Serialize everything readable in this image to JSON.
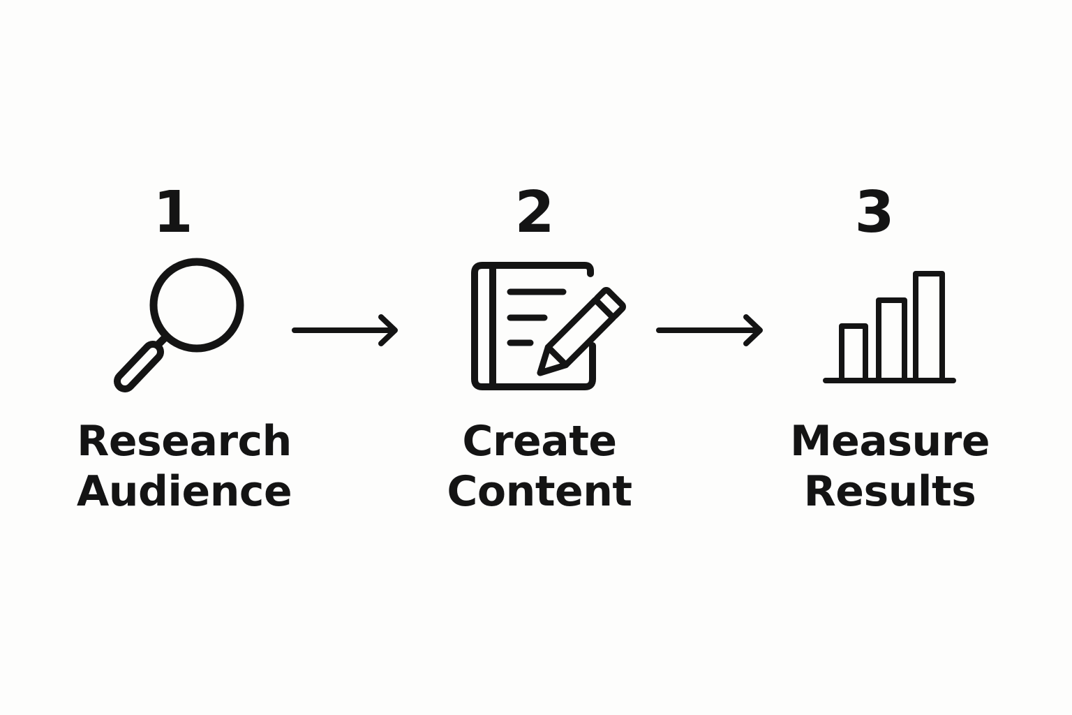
{
  "steps": [
    {
      "number": "1",
      "label_line1": "Research",
      "label_line2": "Audience",
      "icon": "magnifying-glass-icon"
    },
    {
      "number": "2",
      "label_line1": "Create",
      "label_line2": "Content",
      "icon": "document-pencil-icon"
    },
    {
      "number": "3",
      "label_line1": "Measure",
      "label_line2": "Results",
      "icon": "bar-chart-icon"
    }
  ],
  "connectors": [
    "arrow-right-icon",
    "arrow-right-icon"
  ],
  "colors": {
    "background": "#fdfdfc",
    "ink": "#141414"
  }
}
